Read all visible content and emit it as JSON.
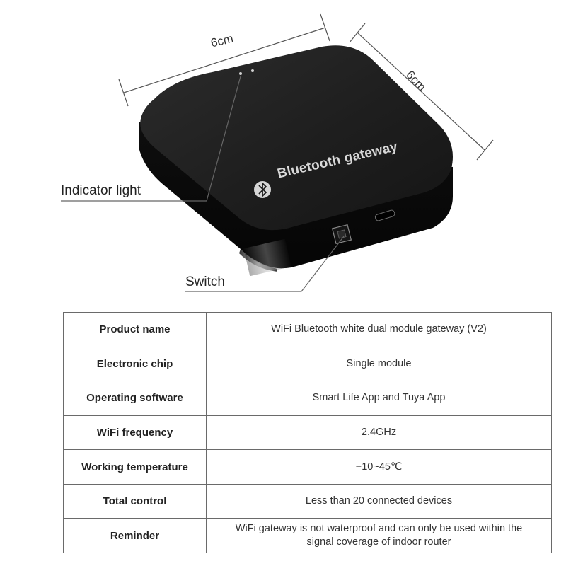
{
  "illustration": {
    "width_label": "6cm",
    "depth_label": "6cm",
    "device_brand_text": "Bluetooth gateway",
    "callouts": {
      "indicator_light": "Indicator light",
      "switch": "Switch"
    },
    "device_color": "#1b1b1b"
  },
  "spec_table": {
    "rows": [
      {
        "label": "Product name",
        "value": "WiFi Bluetooth white dual module gateway (V2)"
      },
      {
        "label": "Electronic chip",
        "value": "Single module"
      },
      {
        "label": "Operating software",
        "value": "Smart Life App and Tuya App"
      },
      {
        "label": "WiFi frequency",
        "value": "2.4GHz"
      },
      {
        "label": "Working temperature",
        "value": "−10~45℃"
      },
      {
        "label": "Total control",
        "value": "Less than 20 connected devices"
      },
      {
        "label": "Reminder",
        "value": "WiFi gateway is not waterproof and can only be used within the signal coverage of indoor router"
      }
    ]
  }
}
